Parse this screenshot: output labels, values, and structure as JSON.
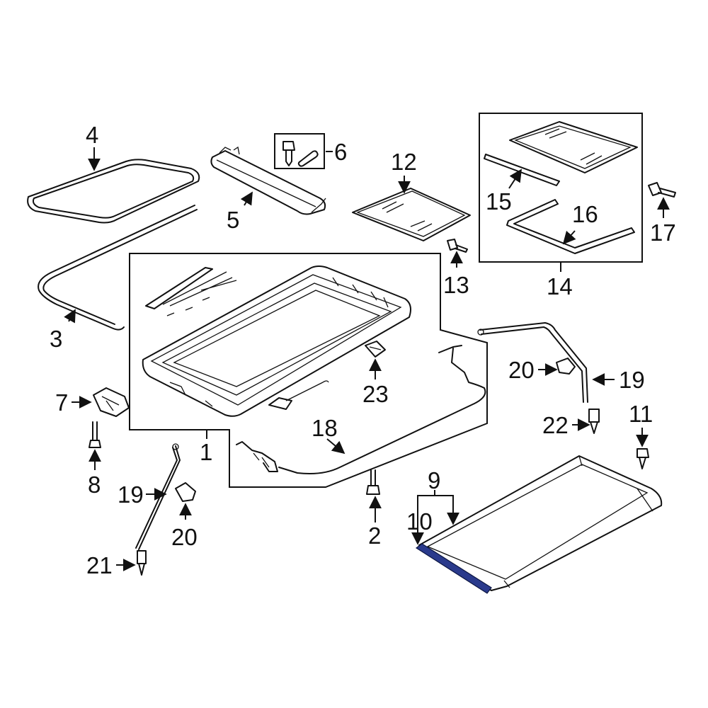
{
  "diagram": {
    "callouts": {
      "c1": "1",
      "c2": "2",
      "c3": "3",
      "c4": "4",
      "c5": "5",
      "c6": "6",
      "c7": "7",
      "c8": "8",
      "c9": "9",
      "c10": "10",
      "c11": "11",
      "c12": "12",
      "c13": "13",
      "c14": "14",
      "c15": "15",
      "c16": "16",
      "c17": "17",
      "c18": "18",
      "c19a": "19",
      "c19b": "19",
      "c20a": "20",
      "c20b": "20",
      "c21": "21",
      "c22": "22",
      "c23": "23"
    },
    "highlight_color": "#2a3a8c"
  }
}
